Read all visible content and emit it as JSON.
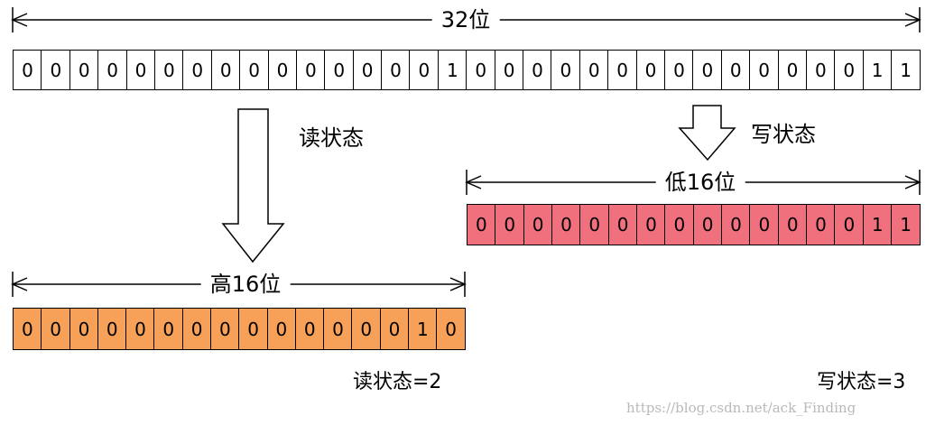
{
  "top_span": {
    "label": "32位"
  },
  "bits32": [
    "0",
    "0",
    "0",
    "0",
    "0",
    "0",
    "0",
    "0",
    "0",
    "0",
    "0",
    "0",
    "0",
    "0",
    "0",
    "1",
    "0",
    "0",
    "0",
    "0",
    "0",
    "0",
    "0",
    "0",
    "0",
    "0",
    "0",
    "0",
    "0",
    "0",
    "1",
    "1"
  ],
  "read_arrow": {
    "label": "读状态"
  },
  "write_arrow": {
    "label": "写状态"
  },
  "low16": {
    "label": "低16位",
    "bits": [
      "0",
      "0",
      "0",
      "0",
      "0",
      "0",
      "0",
      "0",
      "0",
      "0",
      "0",
      "0",
      "0",
      "0",
      "1",
      "1"
    ],
    "color": "#f0707e"
  },
  "high16": {
    "label": "高16位",
    "bits": [
      "0",
      "0",
      "0",
      "0",
      "0",
      "0",
      "0",
      "0",
      "0",
      "0",
      "0",
      "0",
      "0",
      "0",
      "1",
      "0"
    ],
    "color": "#f6a157"
  },
  "read_result": "读状态=2",
  "write_result": "写状态=3",
  "watermark": "https://blog.csdn.net/ack_Finding"
}
